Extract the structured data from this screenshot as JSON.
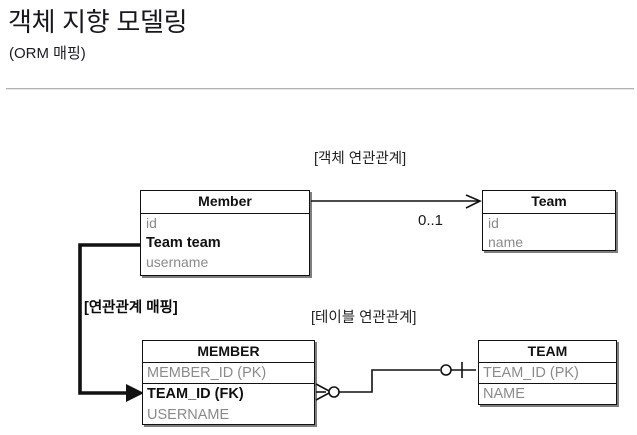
{
  "slide": {
    "title": "객체 지향 모델링",
    "subtitle": "(ORM 매핑)"
  },
  "captions": {
    "object_relation": "[객체 연관관계]",
    "table_relation": "[테이블 연관관계]",
    "relation_mapping": "[연관관계 매핑]",
    "multiplicity": "0..1"
  },
  "object_model": {
    "member": {
      "name": "Member",
      "attributes": [
        {
          "text": "id",
          "emphasis": false
        },
        {
          "text": "Team team",
          "emphasis": true
        },
        {
          "text": "username",
          "emphasis": false
        }
      ]
    },
    "team": {
      "name": "Team",
      "attributes": [
        {
          "text": "id",
          "emphasis": false
        },
        {
          "text": "name",
          "emphasis": false
        }
      ]
    }
  },
  "table_model": {
    "member": {
      "name": "MEMBER",
      "columns": [
        {
          "text": "MEMBER_ID (PK)",
          "emphasis": false
        },
        {
          "text": "TEAM_ID (FK)",
          "emphasis": true
        },
        {
          "text": "USERNAME",
          "emphasis": false
        }
      ]
    },
    "team": {
      "name": "TEAM",
      "columns": [
        {
          "text": "TEAM_ID (PK)",
          "emphasis": false
        },
        {
          "text": "NAME",
          "emphasis": false
        }
      ]
    }
  },
  "colors": {
    "line": "#111111",
    "muted_text": "#8a8a8a",
    "divider": "#b2b2b2",
    "background": "#ffffff"
  }
}
